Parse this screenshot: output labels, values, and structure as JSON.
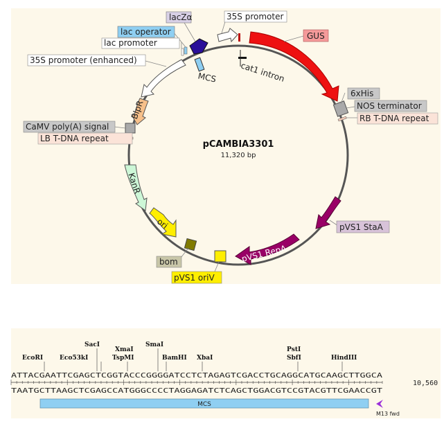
{
  "plasmid": {
    "name": "pCAMBIA3301",
    "size": "11,320 bp"
  },
  "features": {
    "lacZa": "lacZα",
    "lac_operator": "lac operator",
    "lac_promoter": "lac promoter",
    "p35s_top": "35S promoter",
    "mcs": "MCS",
    "cat1_intron": "cat1 intron",
    "gus": "GUS",
    "his6": "6xHis",
    "nos_terminator": "NOS terminator",
    "rb_repeat": "RB T-DNA repeat",
    "p35s_enh": "35S promoter (enhanced)",
    "blpr": "BlpR",
    "camv_polya": "CaMV poly(A) signal",
    "lb_repeat": "LB T-DNA repeat",
    "kanr": "KanR",
    "ori": "ori",
    "bom": "bom",
    "pvs1_oriv": "pVS1 oriV",
    "pvs1_repa": "pVS1 RepA",
    "pvs1_staa": "pVS1 StaA"
  },
  "colors": {
    "background": "#fdf8ea",
    "backbone": "#555555",
    "gus": "#ee1111",
    "pvs1": "#990066",
    "yellow": "#ffee00",
    "lacz": "#2a0f99",
    "mcs_bar": "#8fcff2",
    "promoter": "#ffffff",
    "blpr": "#f7c08a",
    "kanr": "#cdf7d7",
    "bom": "#807a00",
    "grey_feature": "#aaaaaa"
  },
  "sequence": {
    "enzymes": [
      "EcoRI",
      "SacI",
      "Eco53kI",
      "XmaI",
      "TspMI",
      "SmaI",
      "BamHI",
      "XbaI",
      "PstI",
      "SbfI",
      "HindIII"
    ],
    "top_strand": "ATTACGAATTCGAGCTCGGTACCCGGGGATCCTCTAGAGTCGACCTGCAGGCATGCAAGCTTGGCA",
    "bottom_strand": "TAATGCTTAAGCTCGAGCCATGGGCCCCTAGGAGATCTCAGCTGGACGTCCGTACGTTCGAACCGT",
    "position": "10,560",
    "mcs_bar_label": "MCS",
    "m13_label": "M13 fwd"
  }
}
